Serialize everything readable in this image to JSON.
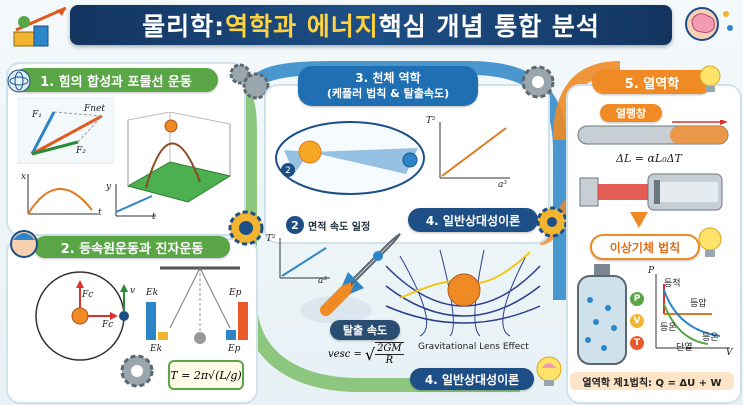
{
  "title": {
    "part1": "물리학: ",
    "part2": "역학과 에너지",
    "part3": " 핵심 개념 통합 분석"
  },
  "section1": {
    "heading": "1. 힘의 합성과 포물선 운동",
    "vec_f1": "F₁",
    "vec_fnet": "Fnet",
    "vec_f2": "F₂",
    "graph1_x": "x",
    "graph1_t": "t",
    "graph2_y": "y",
    "graph2_t": "t"
  },
  "section2": {
    "heading": "2. 등속원운동과 진자운동",
    "fc1": "Fc",
    "fc2": "Fc",
    "v": "v",
    "ek1": "Ek",
    "ep1": "Ep",
    "ek2": "Ek",
    "ep2": "Ep",
    "formula": "T = 2π√(L/g)"
  },
  "section3": {
    "heading_line1": "3. 천체 역학",
    "heading_line2": "(케플러 법칙 & 탈출속도)",
    "area_num": "2",
    "area_label": "면적 속도 일정",
    "t2": "T²",
    "a3": "a³",
    "t2b": "T²",
    "a3b": "a³",
    "escape_label": "탈출 속도",
    "escape_formula_lhs": "vesc =",
    "escape_formula_num": "2GM",
    "escape_formula_den": "R"
  },
  "section4": {
    "heading_top": "4. 일반상대성이론",
    "heading_bottom": "4. 일반상대성이론",
    "lens_caption": "Gravitational Lens Effect"
  },
  "section5": {
    "heading": "5. 열역학",
    "expansion_label": "열팽창",
    "expansion_formula": "ΔL = αL₀ΔT",
    "gas_law_label": "이상기체 법칙",
    "p_label": "P",
    "v_label": "V",
    "t_label": "T",
    "axis_p": "P",
    "axis_v": "V",
    "iso_temp": "등적",
    "iso_press": "등압",
    "isotherm": "등온",
    "adiabatic": "단열",
    "isotherm2": "등온",
    "first_law": "열역학 제1법칙: Q = ΔU + W"
  },
  "colors": {
    "green": "#5aa646",
    "blue": "#1f6fb2",
    "navy": "#1d4f86",
    "orange": "#f08a24",
    "title": "#13345f"
  }
}
